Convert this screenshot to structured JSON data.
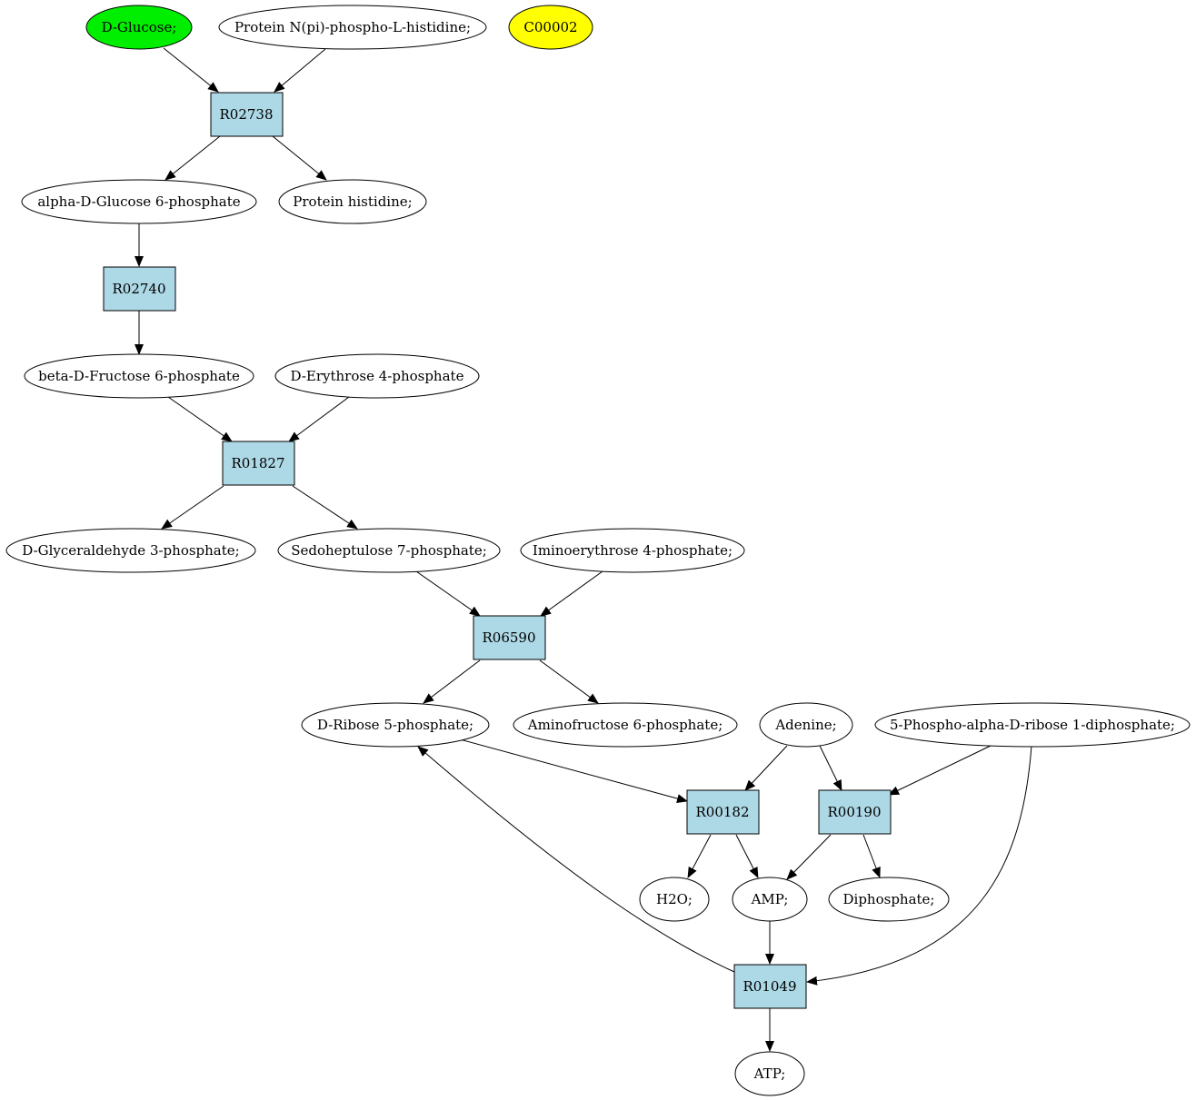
{
  "colors": {
    "compound_fill": "#ffffff",
    "reaction_fill": "#add8e6",
    "source_fill": "#00ee00",
    "target_fill": "#ffff00",
    "stroke": "#000000"
  },
  "compounds": {
    "glucose": "D-Glucose;",
    "protein_phospho_his": "Protein N(pi)-phospho-L-histidine;",
    "c00002": "C00002",
    "glucose_6p": "alpha-D-Glucose 6-phosphate",
    "protein_his": "Protein histidine;",
    "fructose_6p": "beta-D-Fructose 6-phosphate",
    "erythrose_4p": "D-Erythrose 4-phosphate",
    "glyceraldehyde_3p": "D-Glyceraldehyde 3-phosphate;",
    "sedoheptulose_7p": "Sedoheptulose 7-phosphate;",
    "iminoerythrose_4p": "Iminoerythrose 4-phosphate;",
    "ribose_5p": "D-Ribose 5-phosphate;",
    "aminofructose_6p": "Aminofructose 6-phosphate;",
    "adenine": "Adenine;",
    "prpp": "5-Phospho-alpha-D-ribose 1-diphosphate;",
    "h2o": "H2O;",
    "amp": "AMP;",
    "diphosphate": "Diphosphate;",
    "atp": "ATP;"
  },
  "reactions": {
    "r02738": "R02738",
    "r02740": "R02740",
    "r01827": "R01827",
    "r06590": "R06590",
    "r00182": "R00182",
    "r00190": "R00190",
    "r01049": "R01049"
  },
  "edges": [
    {
      "from": "glucose",
      "to": "r02738"
    },
    {
      "from": "protein_phospho_his",
      "to": "r02738"
    },
    {
      "from": "r02738",
      "to": "glucose_6p"
    },
    {
      "from": "r02738",
      "to": "protein_his"
    },
    {
      "from": "glucose_6p",
      "to": "r02740"
    },
    {
      "from": "r02740",
      "to": "fructose_6p"
    },
    {
      "from": "fructose_6p",
      "to": "r01827"
    },
    {
      "from": "erythrose_4p",
      "to": "r01827"
    },
    {
      "from": "r01827",
      "to": "glyceraldehyde_3p"
    },
    {
      "from": "r01827",
      "to": "sedoheptulose_7p"
    },
    {
      "from": "sedoheptulose_7p",
      "to": "r06590"
    },
    {
      "from": "iminoerythrose_4p",
      "to": "r06590"
    },
    {
      "from": "r06590",
      "to": "ribose_5p"
    },
    {
      "from": "r06590",
      "to": "aminofructose_6p"
    },
    {
      "from": "ribose_5p",
      "to": "r00182"
    },
    {
      "from": "adenine",
      "to": "r00182"
    },
    {
      "from": "adenine",
      "to": "r00190"
    },
    {
      "from": "prpp",
      "to": "r00190"
    },
    {
      "from": "r00182",
      "to": "h2o"
    },
    {
      "from": "r00182",
      "to": "amp"
    },
    {
      "from": "r00190",
      "to": "amp"
    },
    {
      "from": "r00190",
      "to": "diphosphate"
    },
    {
      "from": "amp",
      "to": "r01049"
    },
    {
      "from": "prpp",
      "to": "r01049"
    },
    {
      "from": "r01049",
      "to": "ribose_5p"
    },
    {
      "from": "r01049",
      "to": "atp"
    }
  ]
}
